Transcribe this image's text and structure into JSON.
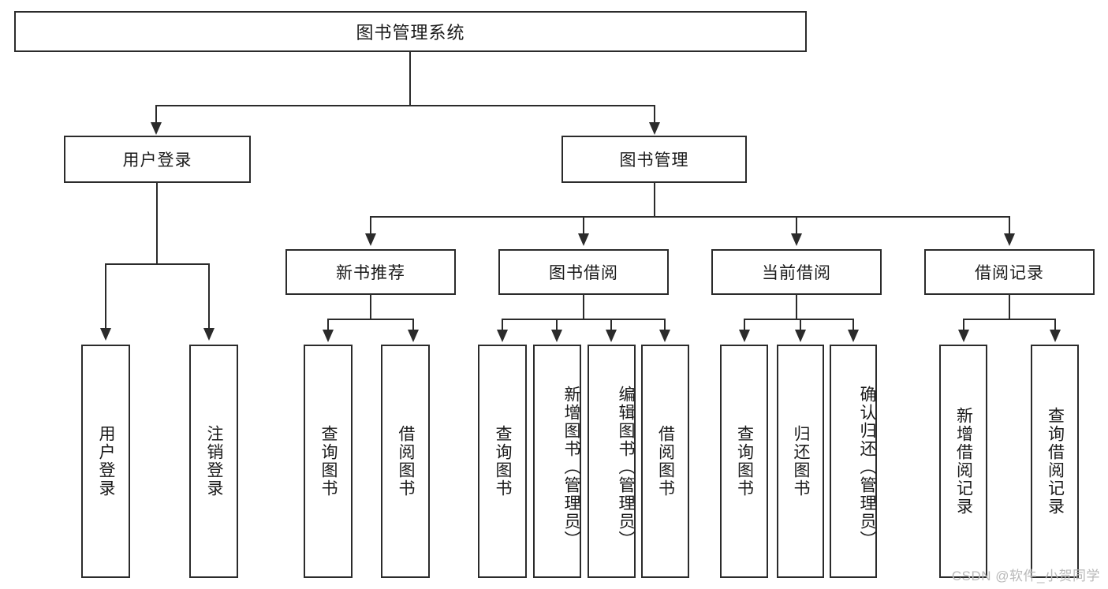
{
  "diagram": {
    "title": "图书管理系统",
    "root": {
      "label": "图书管理系统"
    },
    "level2": [
      {
        "label": "用户登录"
      },
      {
        "label": "图书管理"
      }
    ],
    "level3": [
      {
        "label": "新书推荐"
      },
      {
        "label": "图书借阅"
      },
      {
        "label": "当前借阅"
      },
      {
        "label": "借阅记录"
      }
    ],
    "leaves": {
      "user_login": [
        {
          "label": "用户登录"
        },
        {
          "label": "注销登录"
        }
      ],
      "new_book": [
        {
          "label": "查询图书"
        },
        {
          "label": "借阅图书"
        }
      ],
      "book_borrow": [
        {
          "label": "查询图书"
        },
        {
          "label": "新增图书（管理员）"
        },
        {
          "label": "编辑图书（管理员）"
        },
        {
          "label": "借阅图书"
        }
      ],
      "current_borrow": [
        {
          "label": "查询图书"
        },
        {
          "label": "归还图书"
        },
        {
          "label": "确认归还（管理员）"
        }
      ],
      "borrow_record": [
        {
          "label": "新增借阅记录"
        },
        {
          "label": "查询借阅记录"
        }
      ]
    }
  },
  "watermark": {
    "text": "CSDN @软件_小贺同学"
  },
  "colors": {
    "stroke": "#2b2b2b",
    "background": "#ffffff",
    "text": "#1a1a1a",
    "watermark": "#b9b9b9"
  }
}
